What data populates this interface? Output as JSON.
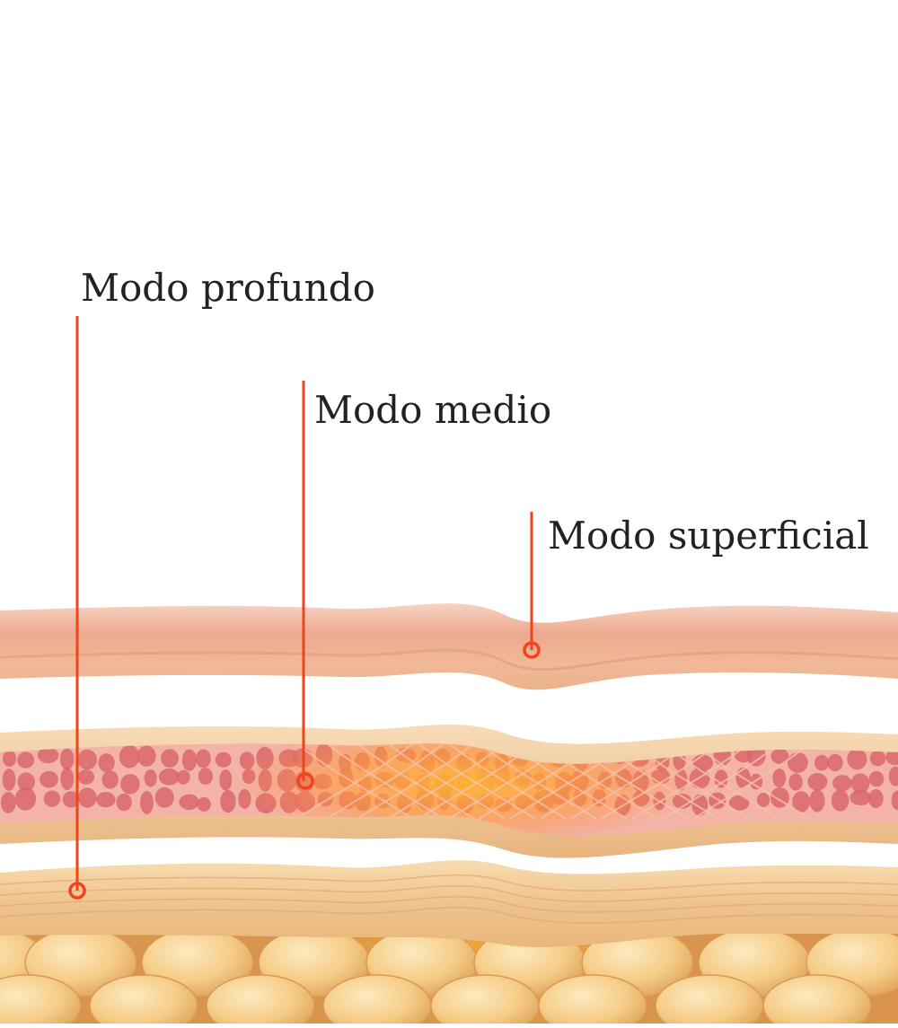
{
  "labels": {
    "deep": "Modo profundo",
    "medium": "Modo medio",
    "superficial": "Modo superficial"
  },
  "colors": {
    "leader": "#f0441c",
    "epidermis": "#f0b597",
    "dermis_band": "#f3c9a0",
    "dermis_net": "#e07d7d",
    "smas": "#f2cd98",
    "fat": "#f6cf89",
    "glow": "#ffa020"
  }
}
